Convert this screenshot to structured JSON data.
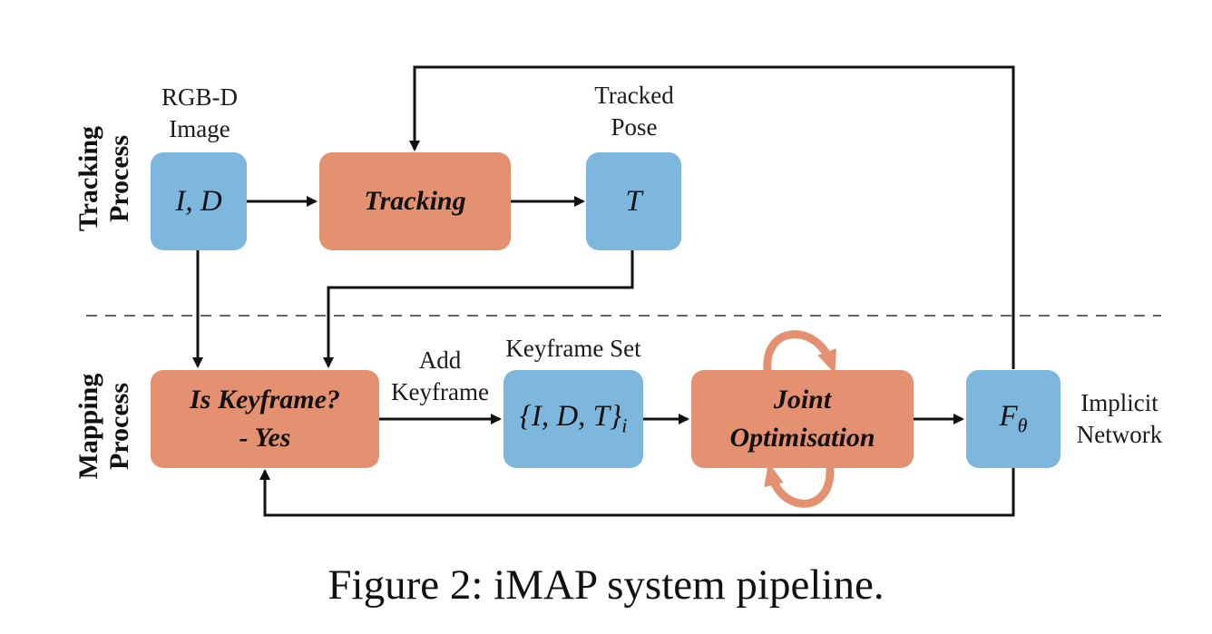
{
  "sections": {
    "tracking": [
      "Tracking",
      "Process"
    ],
    "mapping": [
      "Mapping",
      "Process"
    ]
  },
  "labels": {
    "rgbd": [
      "RGB-D",
      "Image"
    ],
    "tracked_pose": [
      "Tracked",
      "Pose"
    ],
    "add_keyframe": [
      "Add",
      "Keyframe"
    ],
    "keyframe_set": "Keyframe Set",
    "implicit_network": [
      "Implicit",
      "Network"
    ]
  },
  "nodes": {
    "image_input": "I, D",
    "tracking": "Tracking",
    "pose": "T",
    "is_keyframe": [
      "Is Keyframe?",
      "- Yes"
    ],
    "keyframe_set_math": "{I, D, T}",
    "keyframe_set_sub": "i",
    "joint_optimisation": [
      "Joint",
      "Optimisation"
    ],
    "network_symbol": "F",
    "network_sub": "θ"
  },
  "caption": "Figure 2: iMAP system pipeline.",
  "colors": {
    "data_box": "#7db7de",
    "process_box": "#e39170",
    "cycle_arrow": "#e39170",
    "lines": "#111111",
    "divider": "#666666"
  }
}
